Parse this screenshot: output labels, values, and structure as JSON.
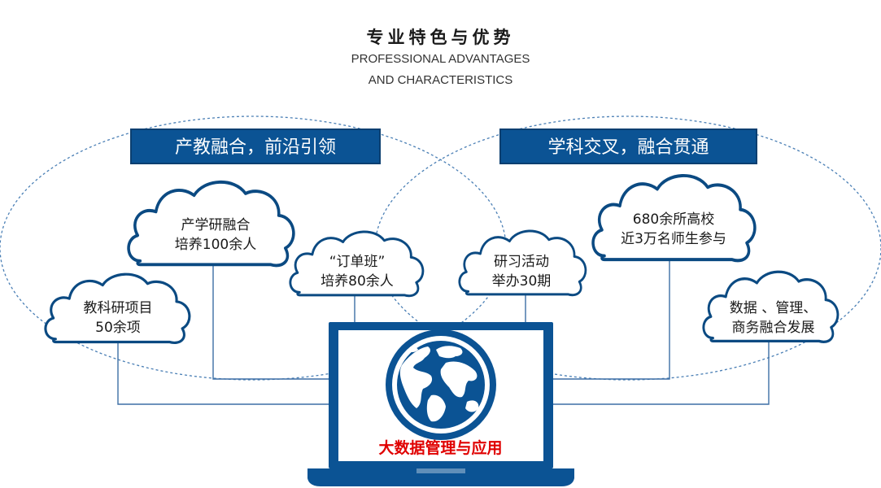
{
  "header": {
    "title": "专业特色与优势",
    "subtitle_line1": "PROFESSIONAL ADVANTAGES",
    "subtitle_line2": "AND CHARACTERISTICS"
  },
  "left_circle": {
    "banner": "产教融合，前沿引领",
    "clouds": [
      {
        "line1": "产学研融合",
        "line2": "培养100余人"
      },
      {
        "line1": "教科研项目",
        "line2": "50余项"
      },
      {
        "line1": "“订单班”",
        "line2": "培养80余人"
      }
    ]
  },
  "right_circle": {
    "banner": "学科交叉，融合贯通",
    "clouds": [
      {
        "line1": "研习活动",
        "line2": "举办30期"
      },
      {
        "line1": "680余所高校",
        "line2": "近3万名师生参与"
      },
      {
        "line1": "数据 、管理、",
        "line2": "商务融合发展"
      }
    ]
  },
  "laptop": {
    "label": "大数据管理与应用",
    "icon": "globe-icon"
  },
  "colors": {
    "navy": "#0b5394",
    "line": "#3d6fa5",
    "dotted": "#4a7fb5",
    "label_red": "#e00000"
  }
}
